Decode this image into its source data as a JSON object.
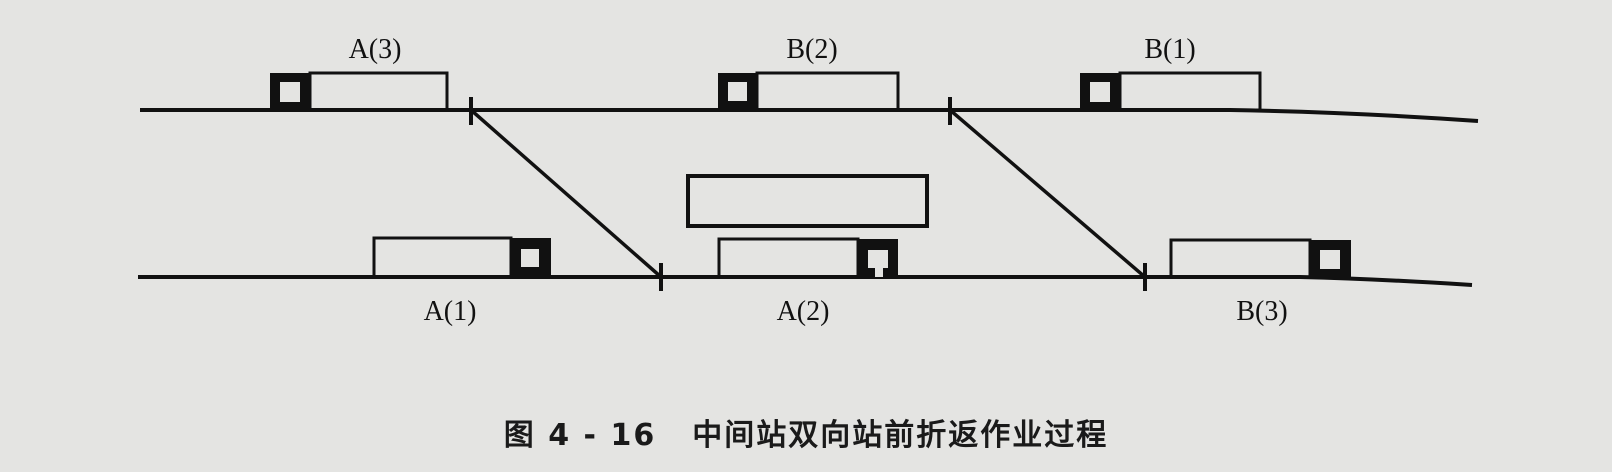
{
  "caption": {
    "figure_number": "图 4 - 16",
    "title": "中间站双向站前折返作业过程"
  },
  "colors": {
    "background": "#e4e4e2",
    "line": "#111111"
  },
  "tracks": {
    "upper": {
      "trains": [
        {
          "label": "A(3)",
          "cab_side": "left"
        },
        {
          "label": "B(2)",
          "cab_side": "left"
        },
        {
          "label": "B(1)",
          "cab_side": "left"
        }
      ]
    },
    "lower": {
      "trains": [
        {
          "label": "A(1)",
          "cab_side": "right"
        },
        {
          "label": "A(2)",
          "cab_side": "right"
        },
        {
          "label": "B(3)",
          "cab_side": "right"
        }
      ]
    },
    "platform": "island-platform",
    "crossovers": 2
  }
}
